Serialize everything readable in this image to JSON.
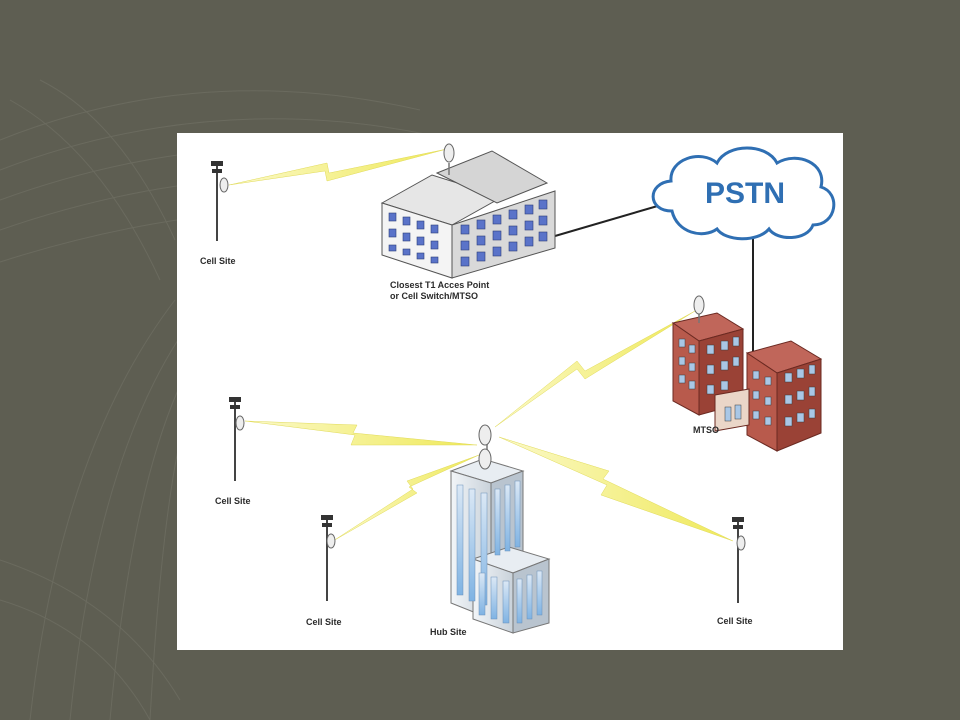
{
  "diagram": {
    "pstn_label": "PSTN",
    "labels": {
      "cell_site_top": "Cell Site",
      "t1_line1": "Closest T1 Acces Point",
      "t1_line2": "or Cell Switch/MTSO",
      "mtso": "MTSO",
      "cell_site_left": "Cell Site",
      "cell_site_bottom_left": "Cell Site",
      "hub_site": "Hub Site",
      "cell_site_bottom_right": "Cell Site"
    },
    "colors": {
      "background": "#5e5e52",
      "lightning": "#f3f07a",
      "pstn_text": "#2f6fb3",
      "mtso_brick": "#a8493a",
      "hub_glass": "#9fc6ea"
    }
  }
}
